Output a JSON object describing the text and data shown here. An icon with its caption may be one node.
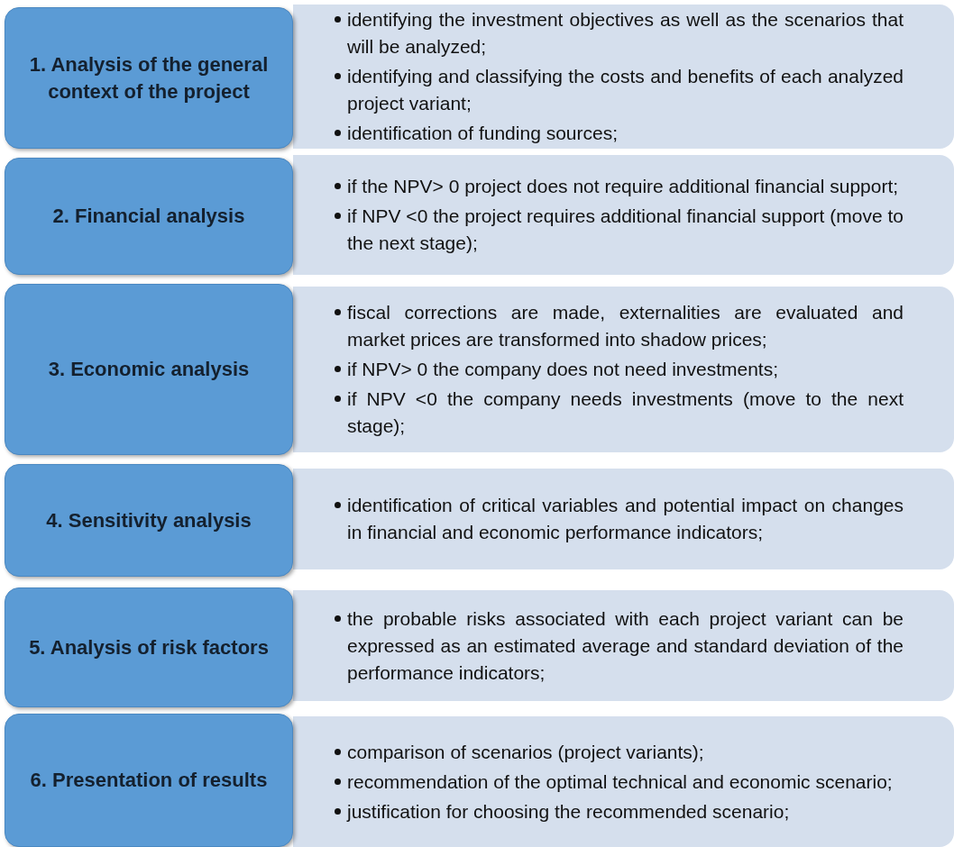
{
  "diagram": {
    "nodes": [
      {
        "text": [
          "1. Analysis of the general context of the project"
        ]
      },
      {
        "text": [
          "identifying the investment objectives as well as the scenarios that will be analyzed;",
          "identifying and classifying the costs and benefits of each analyzed project variant;",
          "identification of funding sources;"
        ]
      },
      {
        "text": [
          "2. Financial analysis"
        ]
      },
      {
        "text": [
          "if the NPV> 0 project does not require additional financial support;",
          "if NPV <0 the project requires additional financial support (move to the next stage);"
        ]
      },
      {
        "text": [
          "3. Economic analysis"
        ]
      },
      {
        "text": [
          "fiscal corrections are made, externalities are evaluated and market prices are transformed into shadow prices;",
          "if NPV> 0 the company does not need investments;",
          "if NPV <0 the company needs investments (move to the next stage);"
        ]
      },
      {
        "text": [
          "4. Sensitivity analysis"
        ]
      },
      {
        "text": [
          "identification of critical variables and potential impact on changes in financial and economic performance indicators;"
        ]
      },
      {
        "text": [
          "5. Analysis of risk factors"
        ]
      },
      {
        "text": [
          "the probable risks associated with each project variant can be expressed as an estimated average and standard deviation of the performance indicators;"
        ]
      },
      {
        "text": [
          "6. Presentation of results"
        ]
      },
      {
        "text": [
          "comparison of scenarios (project variants);",
          "recommendation of the optimal technical and economic scenario;",
          "justification for choosing the recommended scenario;"
        ]
      }
    ]
  }
}
